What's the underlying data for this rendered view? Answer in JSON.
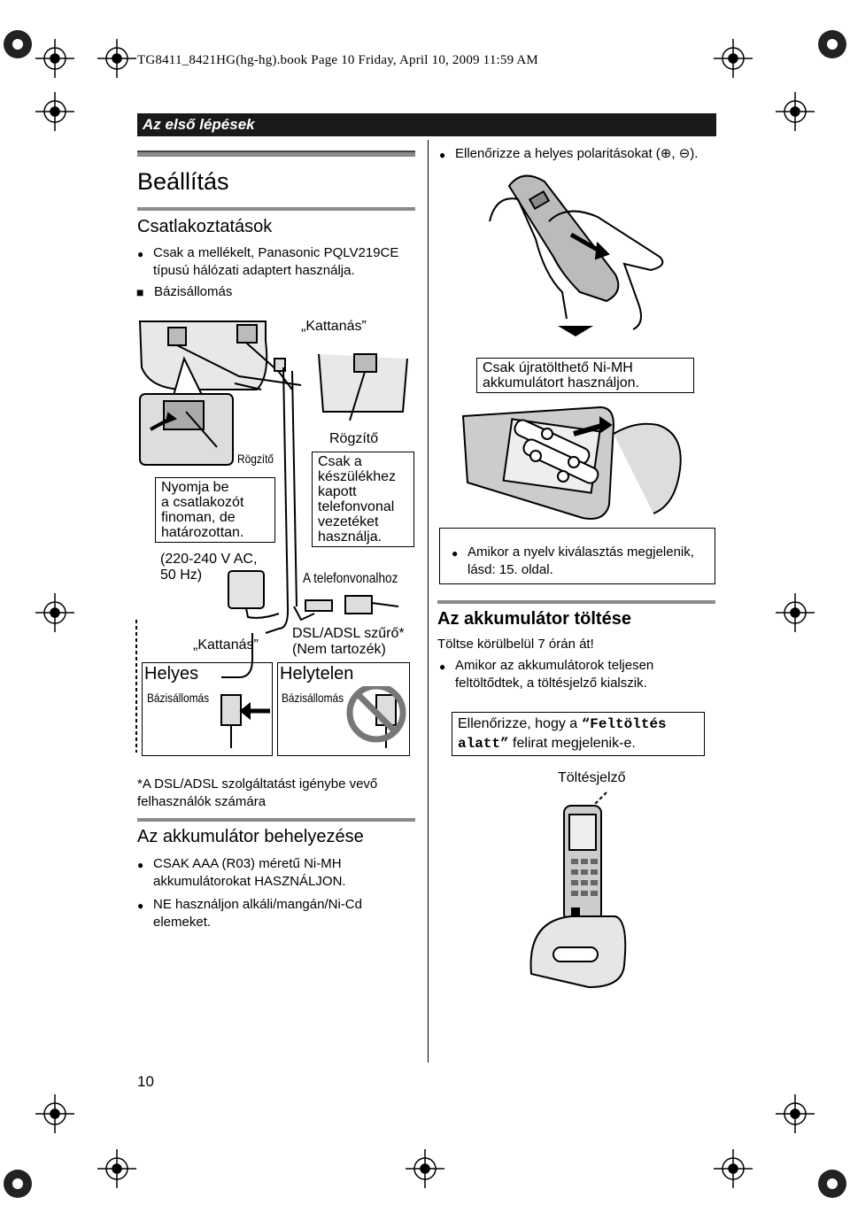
{
  "header": {
    "book_line": "TG8411_8421HG(hg-hg).book  Page 10  Friday, April 10, 2009  11:59 AM"
  },
  "section": {
    "title": "Az első lépések"
  },
  "left": {
    "title": "Beállítás",
    "connections": {
      "heading": "Csatlakoztatások",
      "bullet1": "Csak a mellékelt, Panasonic PQLV219CE típusú hálózati adaptert használja.",
      "base_station": "Bázisállomás"
    },
    "diagram": {
      "click_top": "„Kattanás”",
      "fastener_right": "Rögzítő",
      "fastener_left": "Rögzítő",
      "press_line1": "Nyomja be",
      "press_line2": "a csatlakozót",
      "press_line3": "finoman, de",
      "press_line4": "határozottan.",
      "power_line1": "(220-240 V AC,",
      "power_line2": "50 Hz)",
      "cord_line1": "Csak a",
      "cord_line2": "készülékhez",
      "cord_line3": "kapott",
      "cord_line4": "telefonvonal",
      "cord_line5": "vezetéket",
      "cord_line6": "használja.",
      "to_line": "A telefonvonalhoz",
      "filter_line1": "DSL/ADSL szűrő*",
      "filter_line2": "(Nem tartozék)",
      "click_bottom": "„Kattanás”",
      "correct": "Helyes",
      "incorrect": "Helytelen",
      "base_left": "Bázisállomás",
      "base_right": "Bázisállomás"
    },
    "footnote_line1": "*A DSL/ADSL szolgáltatást igénybe vevő",
    "footnote_line2": "felhasználók számára",
    "insert": {
      "heading": "Az akkumulátor behelyezése",
      "b1_line1": "CSAK AAA (R03) méretű Ni-MH",
      "b1_line2": "akkumulátorokat HASZNÁLJON.",
      "b2_line1": "NE használjon alkáli/mangán/Ni-Cd",
      "b2_line2": "elemeket."
    }
  },
  "right": {
    "polarity": "Ellenőrizze a helyes polaritásokat (",
    "polarity_end": ").",
    "rechargeable_line1": "Csak újratölthető Ni-MH",
    "rechargeable_line2": "akkumulátort használjon.",
    "language_line1": "Amikor a nyelv kiválasztás megjelenik,",
    "language_line2": "lásd: 15. oldal.",
    "charge": {
      "heading": "Az akkumulátor töltése",
      "text": "Töltse körülbelül 7 órán át!",
      "b1_line1": "Amikor az akkumulátorok teljesen",
      "b1_line2": "feltöltődtek, a töltésjelző kialszik.",
      "check_pre": "Ellenőrizze, hogy a ",
      "check_mono1": "“Feltöltés",
      "check_mono2": "alatt”",
      "check_post": " felirat megjelenik-e.",
      "indicator": "Töltésjelző"
    }
  },
  "page_number": "10"
}
